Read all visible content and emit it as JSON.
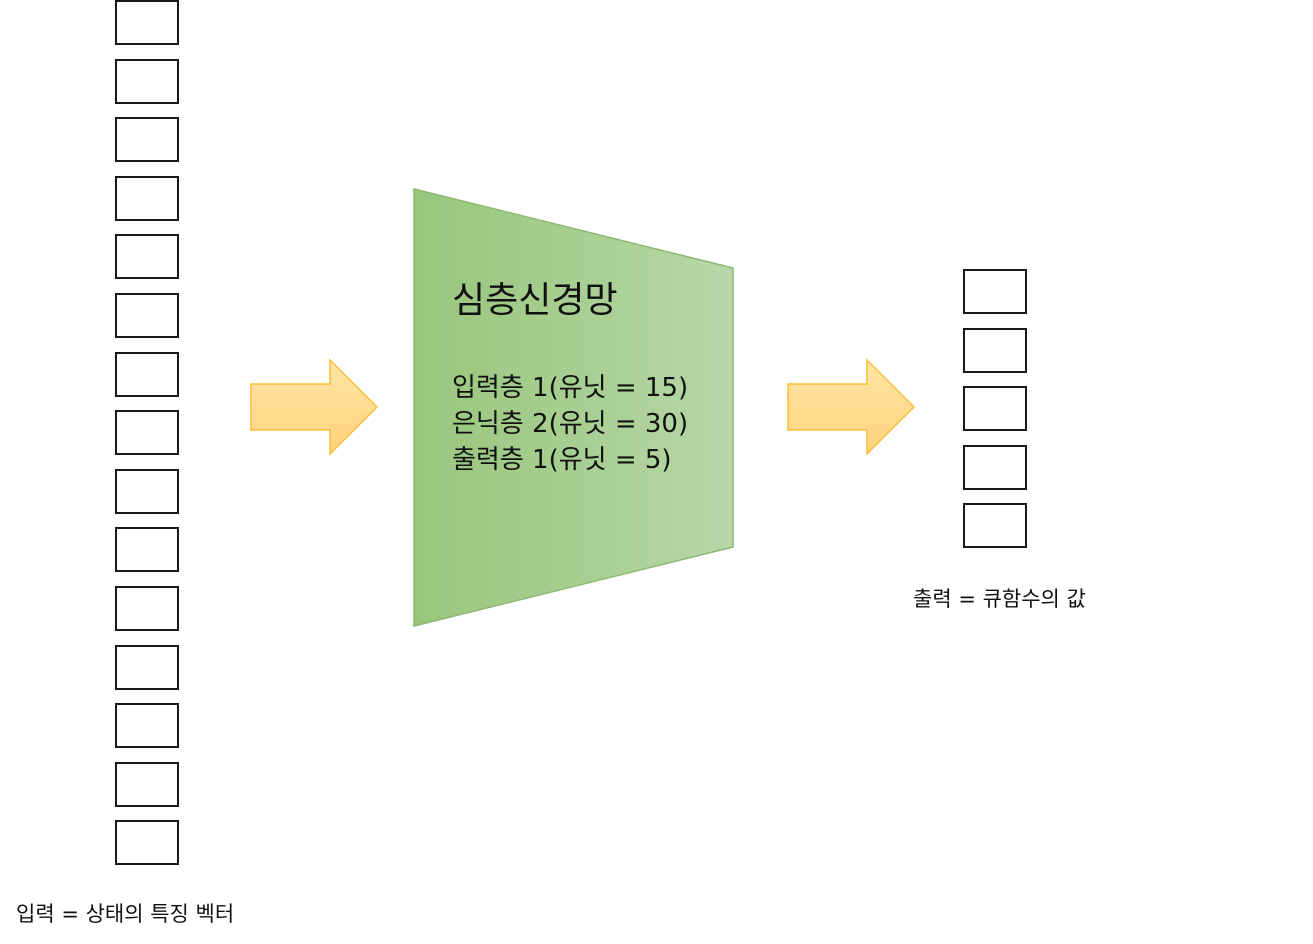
{
  "input_vector": {
    "cell_count": 15,
    "caption": "입력 = 상태의 특징 벡터"
  },
  "network": {
    "title": "심층신경망",
    "layers": [
      "입력층 1(유닛 = 15)",
      "은닉층 2(유닛 = 30)",
      "출력층 1(유닛 = 5)"
    ],
    "gradient_from": "#98C67B",
    "gradient_to": "#B7D7A8"
  },
  "output_vector": {
    "cell_count": 5,
    "caption": "출력 = 큐함수의 값"
  },
  "colors": {
    "arrow_fill": "#FFD27A",
    "arrow_fill_light": "#FFE6A8",
    "arrow_stroke": "#F7BF3A",
    "cell_border": "#1A1A1A"
  }
}
